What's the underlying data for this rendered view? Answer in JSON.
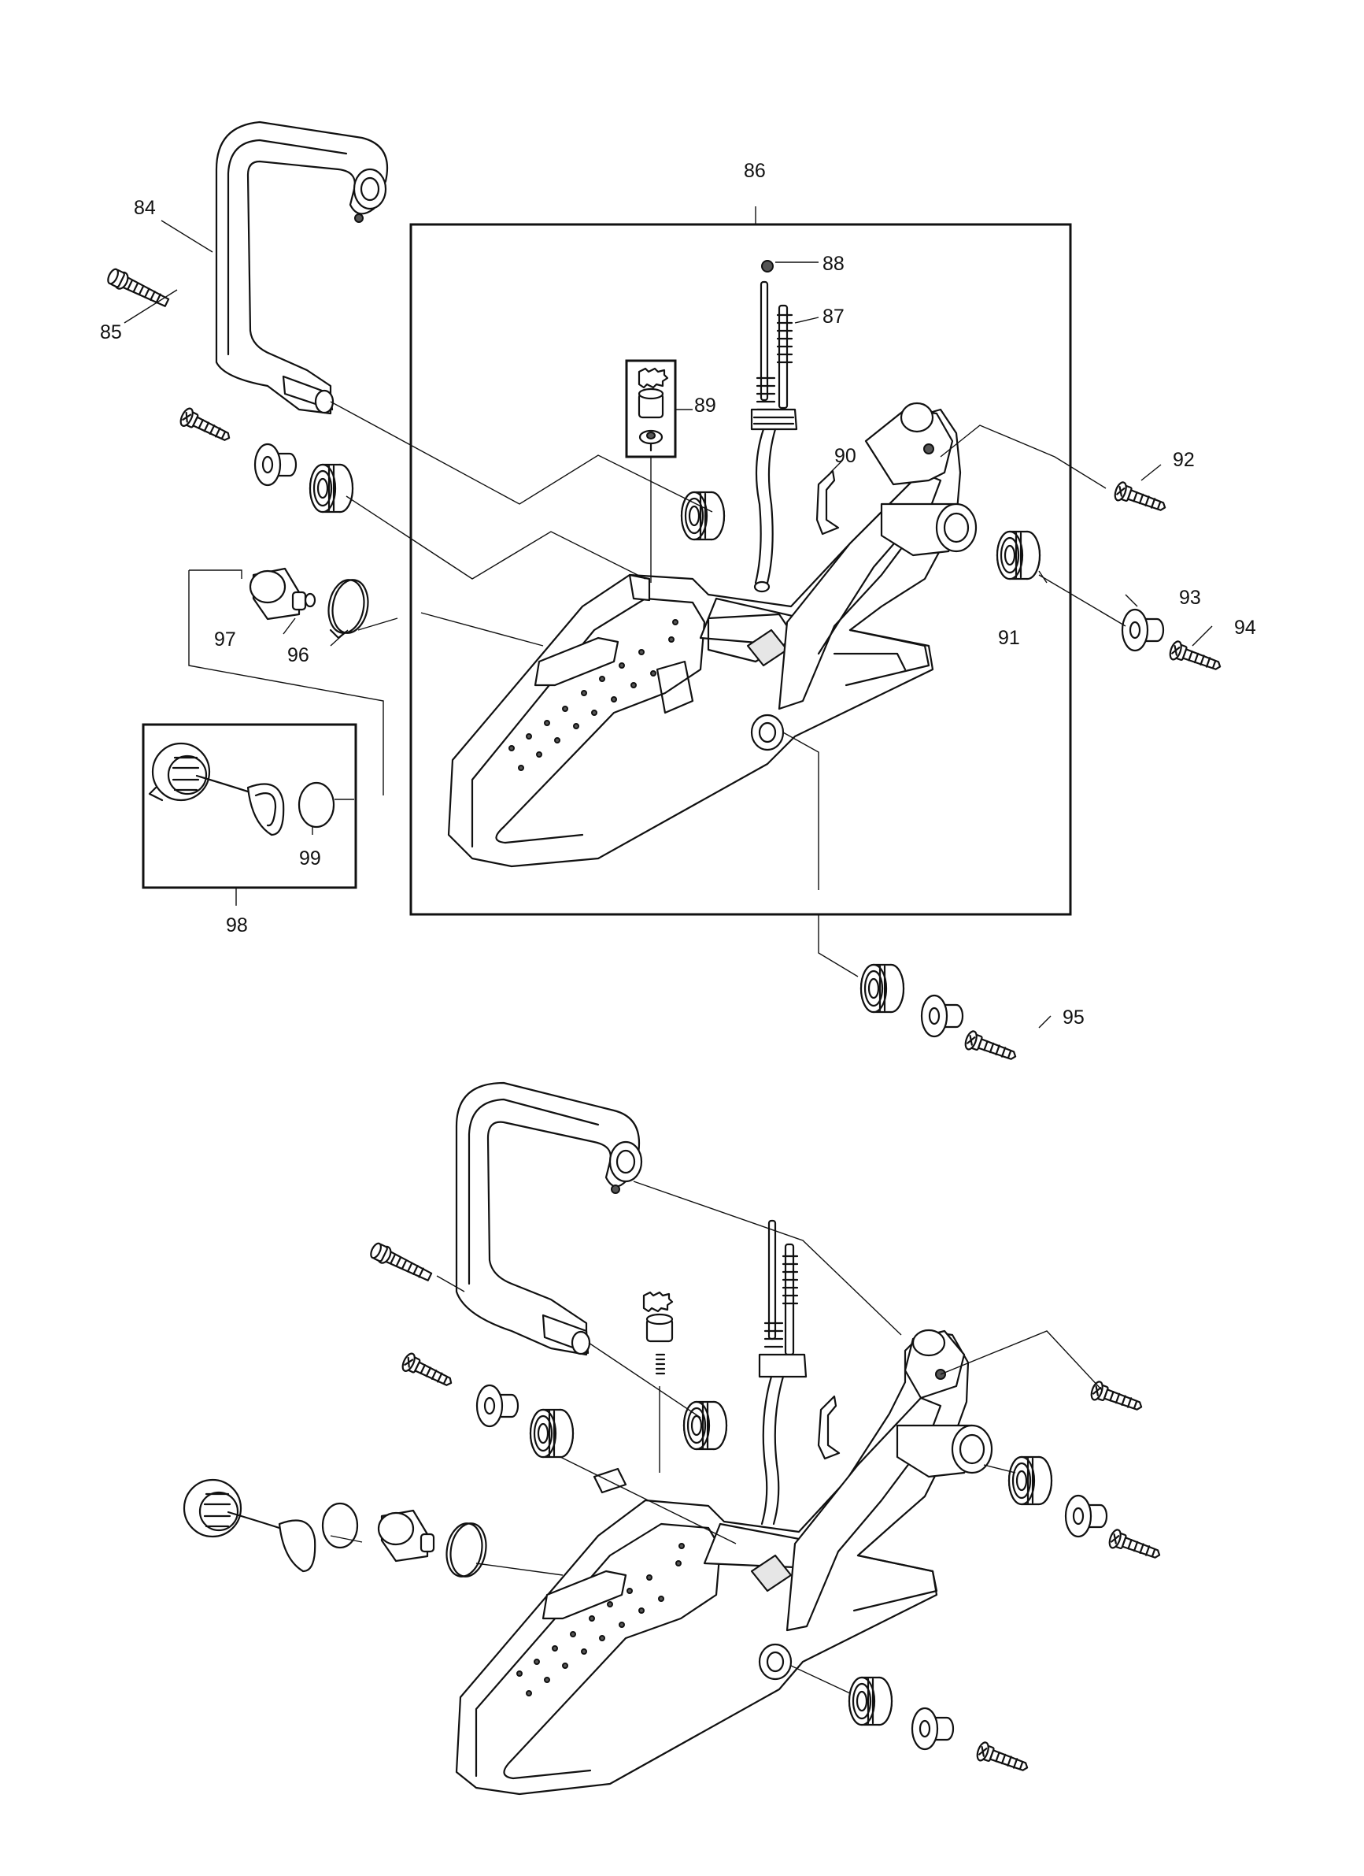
{
  "callouts": {
    "c84": "84",
    "c85": "85",
    "c86": "86",
    "c87": "87",
    "c88": "88",
    "c89": "89",
    "c90": "90",
    "c91": "91",
    "c92": "92",
    "c93": "93",
    "c94": "94",
    "c95": "95",
    "c96": "96",
    "c97": "97",
    "c98": "98",
    "c99": "99"
  }
}
